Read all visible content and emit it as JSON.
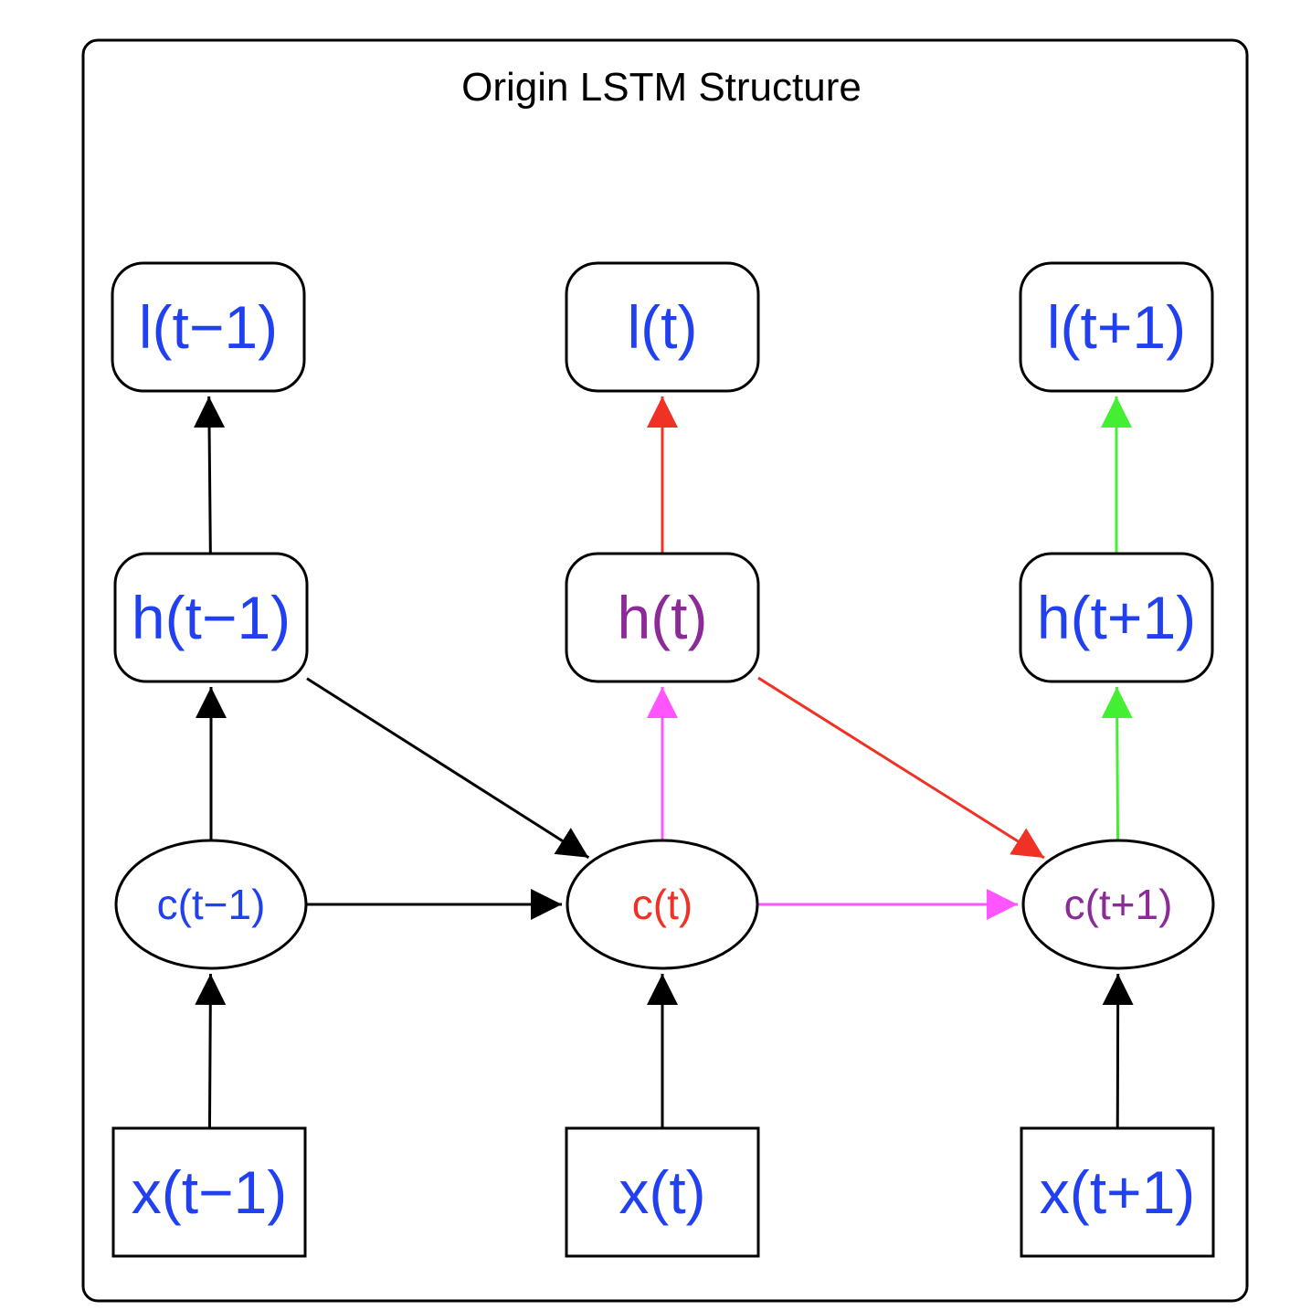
{
  "title": "Origin LSTM Structure",
  "colors": {
    "blue": "#2140f0",
    "red": "#f03226",
    "purple": "#8c2a98",
    "black": "#000000",
    "magenta": "#ff55ff",
    "green": "#44ee33"
  },
  "nodes": [
    {
      "id": "l_tm1",
      "label": "l(t−1)",
      "shape": "rounded",
      "color": "blue"
    },
    {
      "id": "l_t",
      "label": "l(t)",
      "shape": "rounded",
      "color": "blue"
    },
    {
      "id": "l_tp1",
      "label": "l(t+1)",
      "shape": "rounded",
      "color": "blue"
    },
    {
      "id": "h_tm1",
      "label": "h(t−1)",
      "shape": "rounded",
      "color": "blue"
    },
    {
      "id": "h_t",
      "label": "h(t)",
      "shape": "rounded",
      "color": "purple"
    },
    {
      "id": "h_tp1",
      "label": "h(t+1)",
      "shape": "rounded",
      "color": "blue"
    },
    {
      "id": "c_tm1",
      "label": "c(t−1)",
      "shape": "ellipse",
      "color": "blue"
    },
    {
      "id": "c_t",
      "label": "c(t)",
      "shape": "ellipse",
      "color": "red"
    },
    {
      "id": "c_tp1",
      "label": "c(t+1)",
      "shape": "ellipse",
      "color": "purple"
    },
    {
      "id": "x_tm1",
      "label": "x(t−1)",
      "shape": "box",
      "color": "blue"
    },
    {
      "id": "x_t",
      "label": "x(t)",
      "shape": "box",
      "color": "blue"
    },
    {
      "id": "x_tp1",
      "label": "x(t+1)",
      "shape": "box",
      "color": "blue"
    }
  ],
  "edges": [
    {
      "from": "x_tm1",
      "to": "c_tm1",
      "color": "black"
    },
    {
      "from": "x_t",
      "to": "c_t",
      "color": "black"
    },
    {
      "from": "x_tp1",
      "to": "c_tp1",
      "color": "black"
    },
    {
      "from": "c_tm1",
      "to": "h_tm1",
      "color": "black"
    },
    {
      "from": "h_tm1",
      "to": "l_tm1",
      "color": "black"
    },
    {
      "from": "c_tm1",
      "to": "c_t",
      "color": "black"
    },
    {
      "from": "h_tm1",
      "to": "c_t",
      "color": "black"
    },
    {
      "from": "c_t",
      "to": "h_t",
      "color": "magenta"
    },
    {
      "from": "h_t",
      "to": "l_t",
      "color": "red"
    },
    {
      "from": "c_t",
      "to": "c_tp1",
      "color": "magenta"
    },
    {
      "from": "h_t",
      "to": "c_tp1",
      "color": "red"
    },
    {
      "from": "c_tp1",
      "to": "h_tp1",
      "color": "green"
    },
    {
      "from": "h_tp1",
      "to": "l_tp1",
      "color": "green"
    }
  ]
}
